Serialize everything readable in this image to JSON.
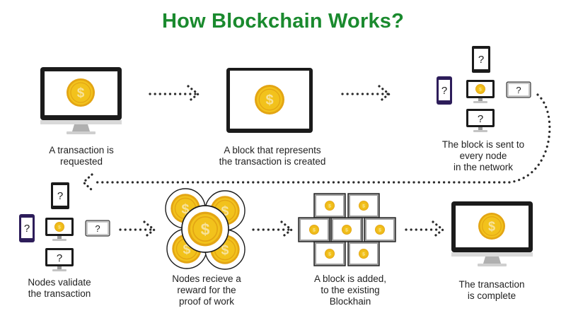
{
  "title": "How Blockchain Works?",
  "colors": {
    "title": "#1a8a2e",
    "device_dark": "#1b1b1b",
    "coin_gold": "#f2c21c",
    "coin_ring": "#e3a514",
    "coin_symbol": "#f7e29a",
    "dots": "#2a2a2a"
  },
  "steps": [
    {
      "id": "transaction",
      "caption": "A transaction is\nrequested",
      "icon": "monitor-coin-icon"
    },
    {
      "id": "block",
      "caption": "A block that represents\nthe transaction is created",
      "icon": "tablet-coin-icon"
    },
    {
      "id": "broadcast",
      "caption": "The block is sent to\nevery node\nin the network",
      "icon": "network-nodes-icon"
    },
    {
      "id": "validate",
      "caption": "Nodes validate\nthe transaction",
      "icon": "network-nodes-icon"
    },
    {
      "id": "reward",
      "caption": "Nodes recieve a\nreward for the\nproof of work",
      "icon": "coin-cluster-icon"
    },
    {
      "id": "added",
      "caption": "A block is added,\nto the existing\nBlockhain",
      "icon": "block-grid-icon"
    },
    {
      "id": "complete",
      "caption": "The transaction\nis complete",
      "icon": "monitor-coin-icon"
    }
  ],
  "unknown_mark": "?",
  "coin_symbol": "$"
}
